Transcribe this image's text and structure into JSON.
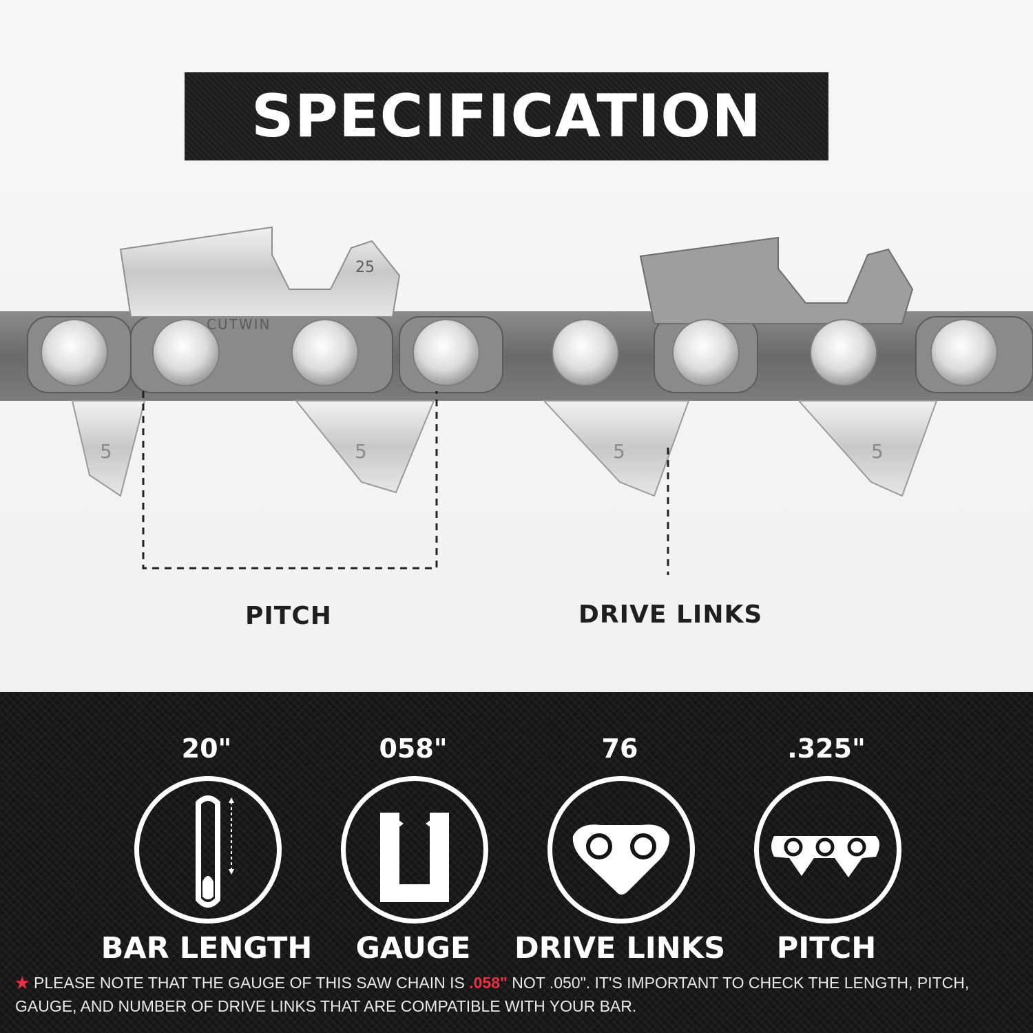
{
  "title": "SPECIFICATION",
  "callouts": {
    "pitch": "PITCH",
    "drive_links": "DRIVE LINKS"
  },
  "chain": {
    "brand_mark": "CUTWIN",
    "cutter_number": "25",
    "link_number": "5"
  },
  "specs": [
    {
      "value": "20\"",
      "label": "BAR LENGTH",
      "icon": "bar-length-icon"
    },
    {
      "value": "058\"",
      "label": "GAUGE",
      "icon": "gauge-icon"
    },
    {
      "value": "76",
      "label": "DRIVE LINKS",
      "icon": "drive-link-icon"
    },
    {
      "value": ".325\"",
      "label": "PITCH",
      "icon": "pitch-chain-icon"
    }
  ],
  "note": {
    "star": "★",
    "before": "PLEASE NOTE THAT THE GAUGE OF THIS SAW CHAIN IS ",
    "highlight": ".058\"",
    "after": " NOT .050\". IT'S IMPORTANT TO CHECK THE LENGTH, PITCH, GAUGE, AND NUMBER OF DRIVE LINKS THAT ARE COMPATIBLE WITH YOUR BAR."
  },
  "colors": {
    "accent": "#e63046",
    "panel": "#151515",
    "banner": "#1d1d1d",
    "text_light": "#ffffff"
  }
}
